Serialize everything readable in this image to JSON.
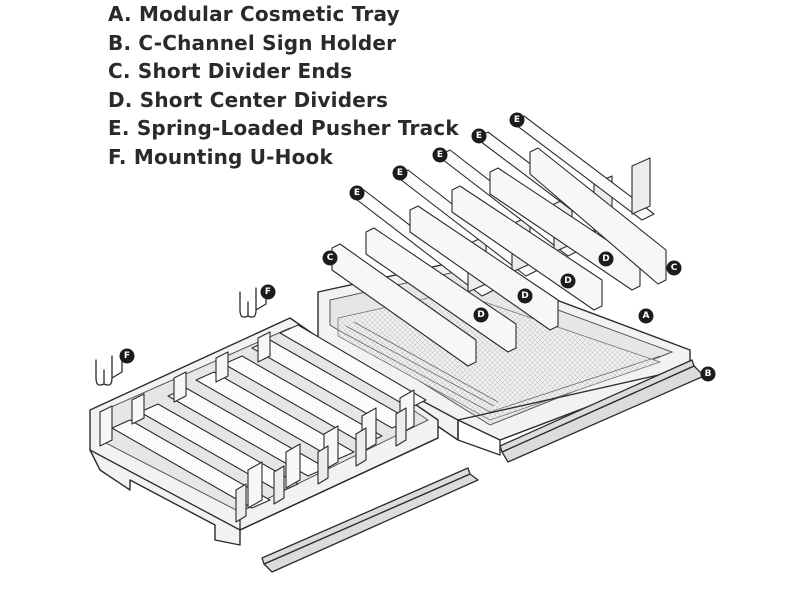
{
  "legend": {
    "items": [
      "A. Modular Cosmetic Tray",
      "B. C-Channel Sign Holder",
      "C. Short Divider Ends",
      "D. Short Center Dividers",
      "E. Spring-Loaded Pusher Track",
      "F. Mounting U-Hook"
    ]
  },
  "callouts": {
    "a": "A",
    "b": "B",
    "c": "C",
    "d": "D",
    "e": "E",
    "f": "F"
  }
}
